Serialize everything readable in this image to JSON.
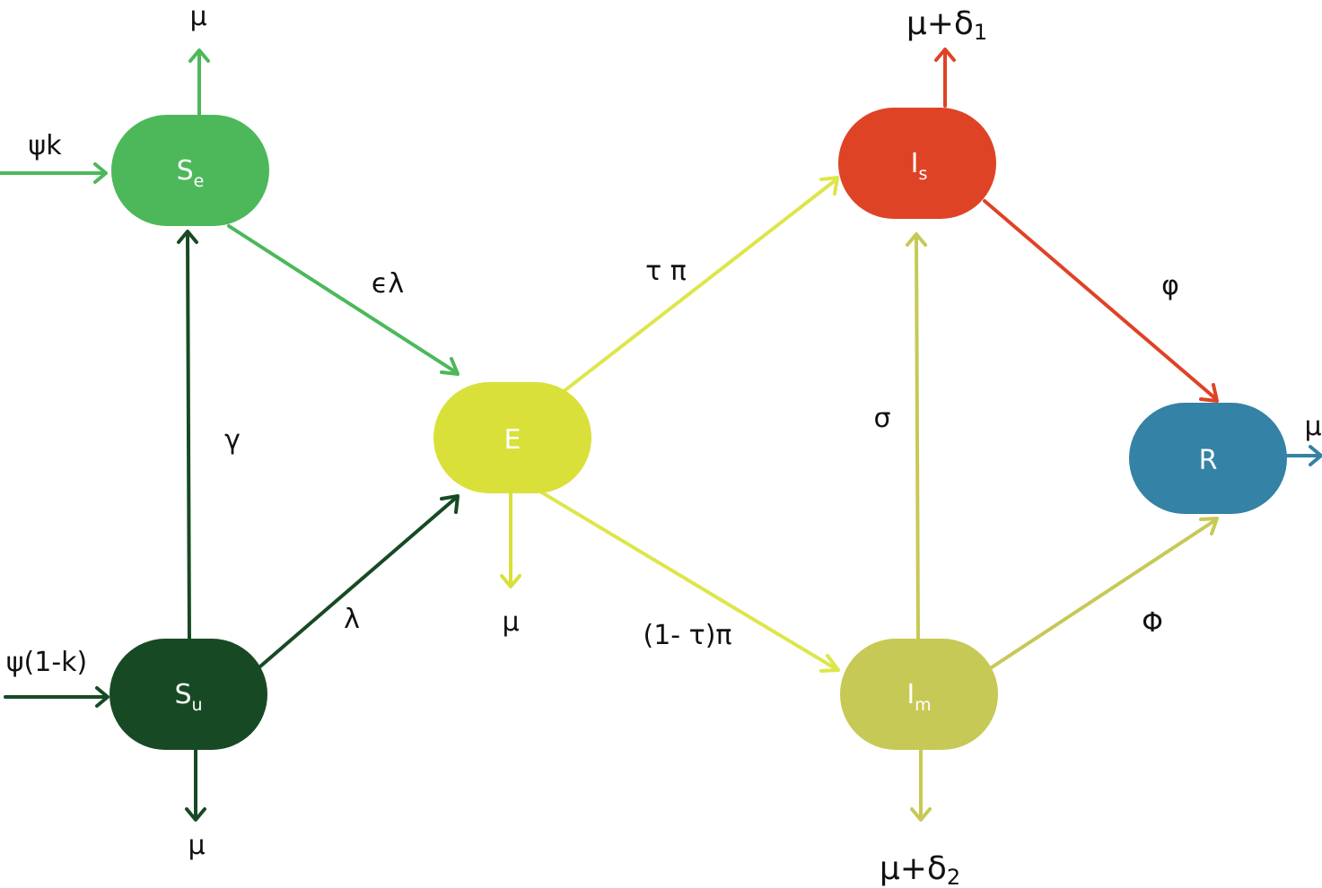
{
  "colors": {
    "Se": "#4cb85a",
    "Su": "#174a24",
    "E": "#d9e03a",
    "Is": "#de4326",
    "Im": "#c6c955",
    "R": "#3482a5",
    "text": "#111111"
  },
  "nodes": {
    "Se": {
      "main": "S",
      "sub": "e"
    },
    "Su": {
      "main": "S",
      "sub": "u"
    },
    "E": {
      "main": "E"
    },
    "Is": {
      "main": "I",
      "sub": "s"
    },
    "Im": {
      "main": "I",
      "sub": "m"
    },
    "R": {
      "main": "R"
    }
  },
  "rates": {
    "Se_death": "μ",
    "Se_inflow": "ψk",
    "Su_inflow": "ψ(1-k)",
    "Su_death": "μ",
    "Su_to_Se": "γ",
    "Se_to_E": "ϵλ",
    "Su_to_E": "λ",
    "E_death": "μ",
    "E_to_Is": "τ π",
    "E_to_Im": "(1- τ)π",
    "Im_to_Is": "σ",
    "Is_death": {
      "main": "μ+δ",
      "sub": "1"
    },
    "Im_death": {
      "main": "μ+δ",
      "sub": "2"
    },
    "Is_to_R": "φ",
    "Im_to_R": "Φ",
    "R_death": "μ"
  }
}
